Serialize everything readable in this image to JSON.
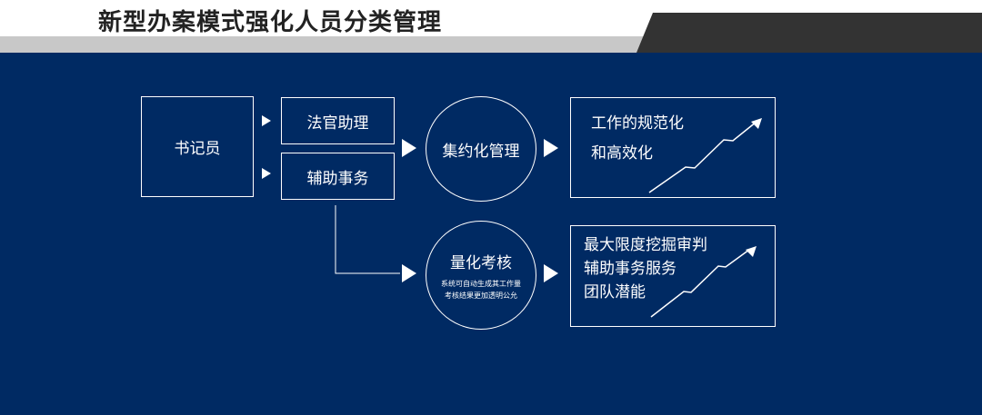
{
  "header": {
    "title": "新型办案模式强化人员分类管理"
  },
  "diagram": {
    "clerk": "书记员",
    "judge_assistant": "法官助理",
    "auxiliary_affairs": "辅助事务",
    "centralized_mgmt": "集约化管理",
    "quantified": {
      "title": "量化考核",
      "line1": "系统可自动生成其工作量",
      "line2": "考核结果更加透明公允"
    },
    "result1": {
      "line1": "工作的规范化",
      "line2": "和高效化"
    },
    "result2": {
      "line1": "最大限度挖掘审判",
      "line2": "辅助事务服务",
      "line3": "团队潜能"
    }
  },
  "colors": {
    "panel": "#002a63",
    "line": "#ffffff",
    "title": "#222222",
    "grey_band": "#c8c8c8",
    "dark_tab": "#333333"
  },
  "icons": [
    "arrow-right-icon",
    "trend-up-arrow-icon"
  ]
}
